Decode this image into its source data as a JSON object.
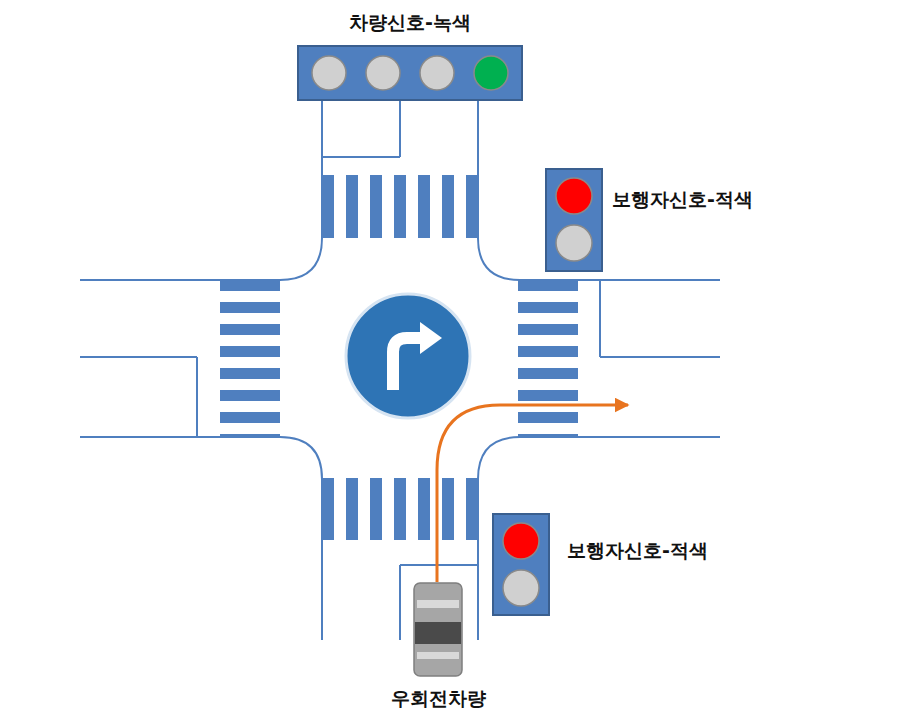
{
  "diagram": {
    "nodes": [
      {
        "text": [
          "차량신호-녹색"
        ]
      },
      {
        "text": [
          "보행자신호-적색"
        ]
      },
      {
        "text": [
          "보행자신호-적색"
        ]
      },
      {
        "text": [
          "우회전차량"
        ]
      }
    ]
  }
}
